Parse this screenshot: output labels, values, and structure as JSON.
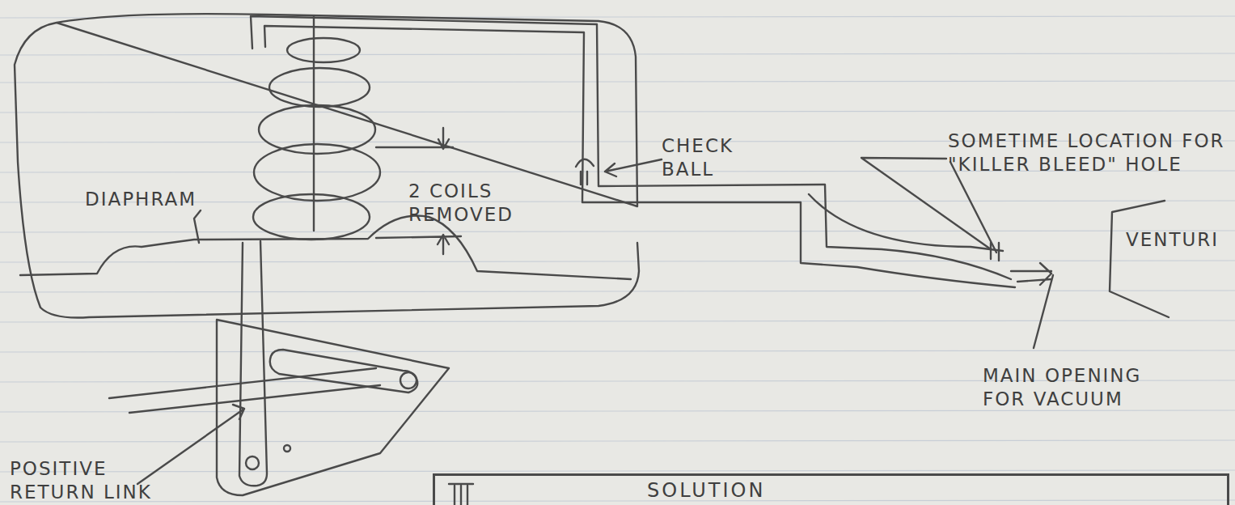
{
  "diagram": {
    "nodes": [
      {
        "text": [
          "SOLUTION"
        ]
      }
    ],
    "labels": [
      "DIAPHRAM",
      "2 COILS REMOVED",
      "CHECK BALL",
      "SOMETIME LOCATION FOR \"KILLER BLEED\" HOLE",
      "VENTURI",
      "MAIN OPENING FOR VACUUM",
      "POSITIVE RETURN LINK"
    ]
  }
}
